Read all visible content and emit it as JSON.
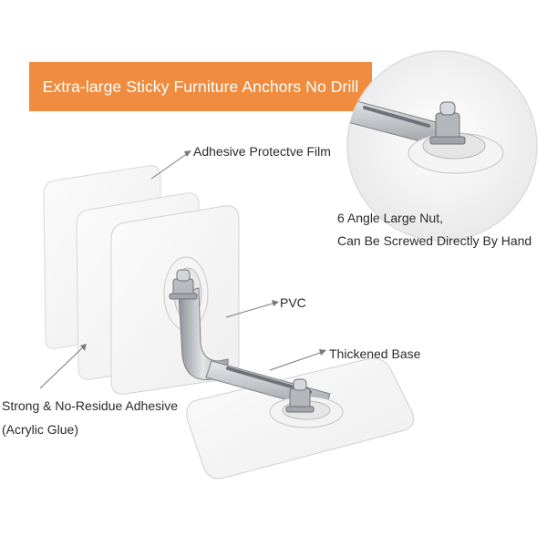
{
  "banner": {
    "title": "Extra-large Sticky Furniture Anchors No Drill"
  },
  "labels": {
    "film": "Adhesive Protectve Film",
    "nut_line1": "6 Angle Large Nut,",
    "nut_line2": "Can Be Screwed Directly By Hand",
    "pvc": "PVC",
    "base": "Thickened Base",
    "adhesive_line1": "Strong & No-Residue Adhesive",
    "adhesive_line2": "(Acrylic Glue)"
  },
  "colors": {
    "banner_bg": "#ef8c3f",
    "banner_text": "#ffffff",
    "label_text": "#2a2a2a"
  }
}
